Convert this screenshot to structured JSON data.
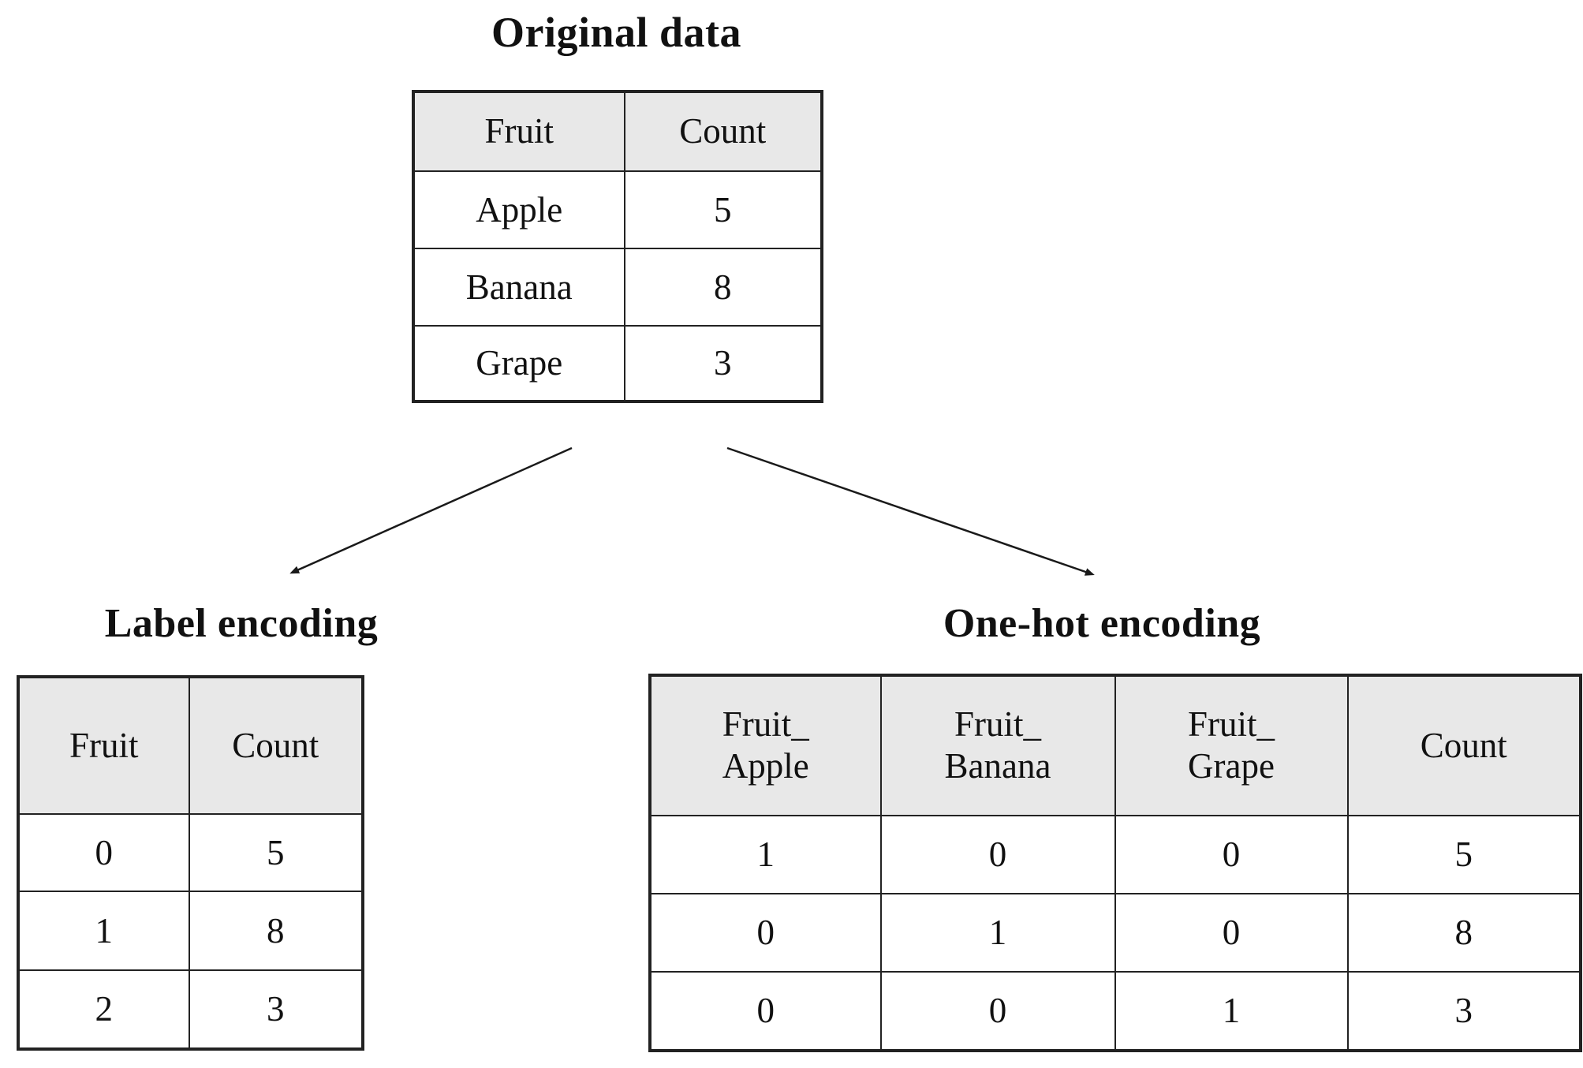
{
  "original": {
    "title": "Original data",
    "headers": [
      "Fruit",
      "Count"
    ],
    "rows": [
      [
        "Apple",
        "5"
      ],
      [
        "Banana",
        "8"
      ],
      [
        "Grape",
        "3"
      ]
    ]
  },
  "label_encoding": {
    "title": "Label encoding",
    "headers": [
      "Fruit",
      "Count"
    ],
    "rows": [
      [
        "0",
        "5"
      ],
      [
        "1",
        "8"
      ],
      [
        "2",
        "3"
      ]
    ]
  },
  "one_hot_encoding": {
    "title": "One-hot encoding",
    "headers": [
      [
        "Fruit_",
        "Apple"
      ],
      [
        "Fruit_",
        "Banana"
      ],
      [
        "Fruit_",
        "Grape"
      ],
      [
        "Count"
      ]
    ],
    "rows": [
      [
        "1",
        "0",
        "0",
        "5"
      ],
      [
        "0",
        "1",
        "0",
        "8"
      ],
      [
        "0",
        "0",
        "1",
        "3"
      ]
    ]
  },
  "colors": {
    "header_bg": "#e8e8e8",
    "border": "#222222",
    "text": "#111111",
    "background": "#ffffff"
  }
}
